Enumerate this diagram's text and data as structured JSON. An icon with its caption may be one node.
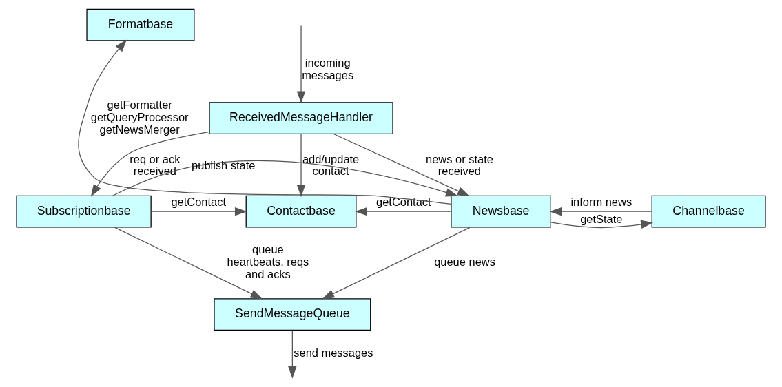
{
  "diagram": {
    "nodes": [
      {
        "text": [
          "ReceivedMessageHandler"
        ]
      },
      {
        "text": [
          "Subscriptionbase"
        ]
      },
      {
        "text": [
          "Contactbase"
        ]
      },
      {
        "text": [
          "Newsbase"
        ]
      },
      {
        "text": [
          "Formatbase"
        ]
      },
      {
        "text": [
          "Channelbase"
        ]
      },
      {
        "text": [
          "SendMessageQueue"
        ]
      }
    ],
    "edges": [
      {
        "from": null,
        "to": 0,
        "arrow": "to",
        "label": "incoming messages"
      },
      {
        "from": 0,
        "to": 1,
        "arrow": "to",
        "label": "req or ack received"
      },
      {
        "from": 0,
        "to": 2,
        "arrow": "to",
        "label": "add/update contact"
      },
      {
        "from": 0,
        "to": 3,
        "arrow": "to",
        "label": "news or state received"
      },
      {
        "from": 1,
        "to": 2,
        "arrow": "to",
        "label": "getContact"
      },
      {
        "from": 3,
        "to": 2,
        "arrow": "to",
        "label": "getContact"
      },
      {
        "from": 3,
        "to": 4,
        "arrow": "to",
        "label": "getFormatter getQueryProcessor getNewsMerger"
      },
      {
        "from": 3,
        "to": 5,
        "arrow": "to",
        "label": "getState"
      },
      {
        "from": 1,
        "to": 3,
        "arrow": "to",
        "label": "publish state"
      },
      {
        "from": 5,
        "to": 3,
        "arrow": "to",
        "label": "inform news"
      },
      {
        "from": 1,
        "to": 6,
        "arrow": "to",
        "label": "queue heartbeats, reqs and acks"
      },
      {
        "from": 3,
        "to": 6,
        "arrow": "to",
        "label": "queue news"
      },
      {
        "from": 6,
        "to": null,
        "arrow": "to",
        "label": "send messages"
      }
    ]
  }
}
